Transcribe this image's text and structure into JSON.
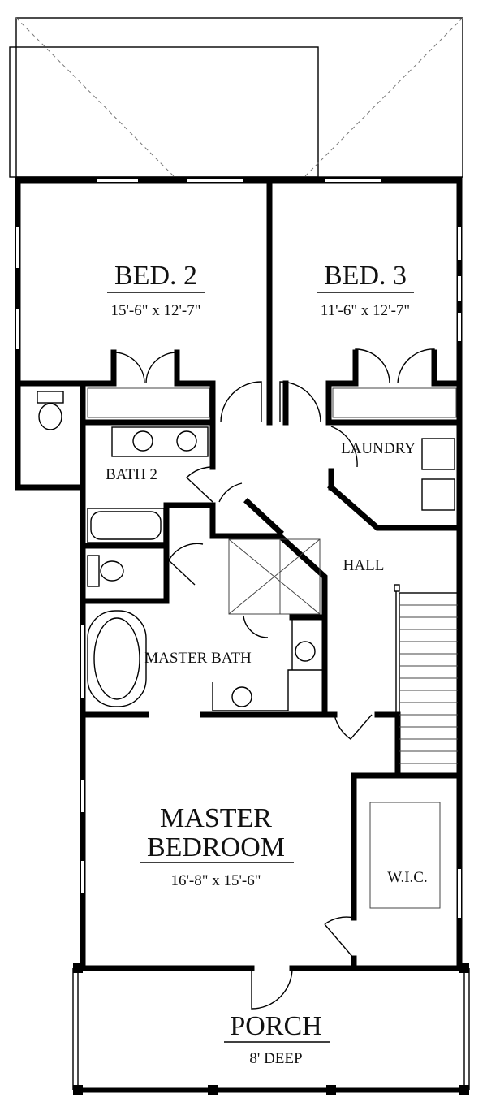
{
  "rooms": {
    "bed2": {
      "name": "BED. 2",
      "dims": "15'-6\" x 12'-7\""
    },
    "bed3": {
      "name": "BED. 3",
      "dims": "11'-6\" x 12'-7\""
    },
    "bath2": {
      "name": "BATH 2"
    },
    "laundry": {
      "name": "LAUNDRY"
    },
    "hall": {
      "name": "HALL"
    },
    "master_bath": {
      "name": "MASTER BATH"
    },
    "master_bedroom": {
      "name_line1": "MASTER",
      "name_line2": "BEDROOM",
      "dims": "16'-8\" x 15'-6\""
    },
    "wic": {
      "name": "W.I.C."
    },
    "porch": {
      "name": "PORCH",
      "dims": "8' DEEP"
    }
  }
}
